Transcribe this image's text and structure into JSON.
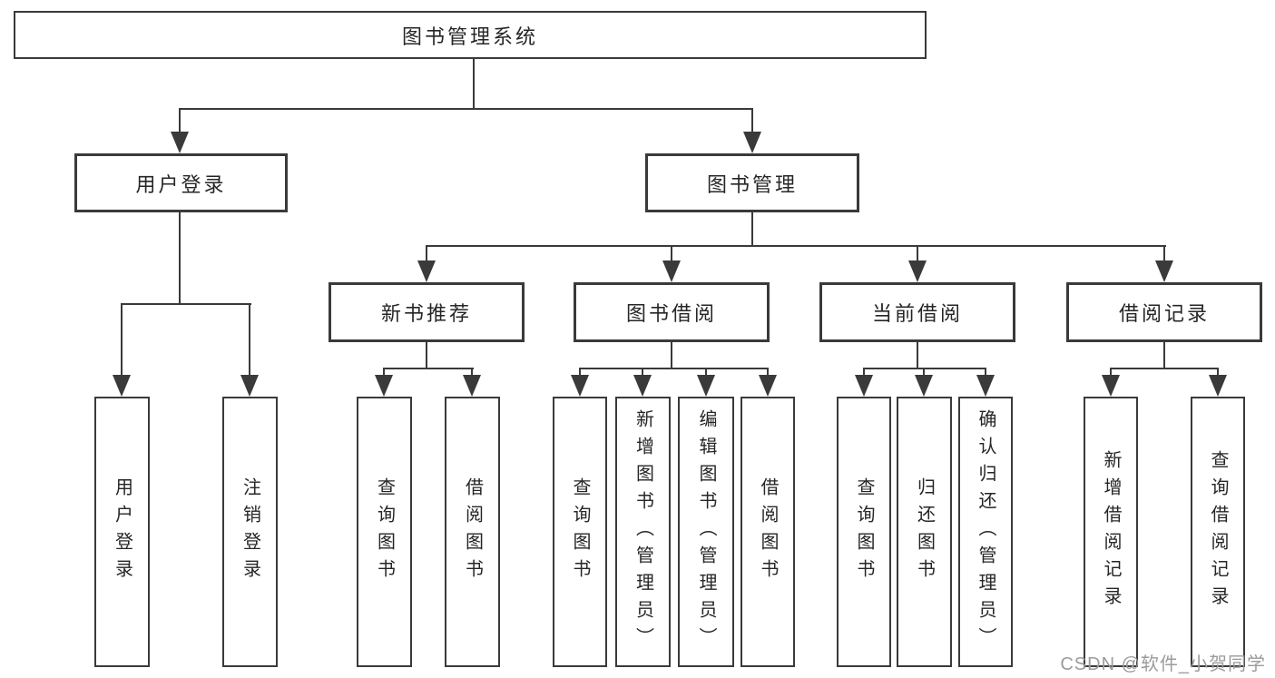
{
  "diagram": {
    "tree": {
      "root": {
        "label": "图书管理系统"
      },
      "user_login": {
        "label": "用户登录",
        "children": [
          "用户登录",
          "注销登录"
        ]
      },
      "book_mgmt": {
        "label": "图书管理"
      },
      "new_book": {
        "label": "新书推荐",
        "children": [
          "查询图书",
          "借阅图书"
        ]
      },
      "book_borrow": {
        "label": "图书借阅",
        "children": [
          "查询图书",
          "新增图书（管理员）",
          "编辑图书（管理员）",
          "借阅图书"
        ]
      },
      "current_borrow": {
        "label": "当前借阅",
        "children": [
          "查询图书",
          "归还图书",
          "确认归还（管理员）"
        ]
      },
      "borrow_record": {
        "label": "借阅记录",
        "children": [
          "新增借阅记录",
          "查询借阅记录"
        ]
      }
    },
    "colors": {
      "line": "#3a3a3a",
      "text": "#262626",
      "box_background": "#ffffff",
      "watermark": "#9b9b9b"
    }
  },
  "watermark": {
    "text": "CSDN @软件_小贺同学"
  }
}
